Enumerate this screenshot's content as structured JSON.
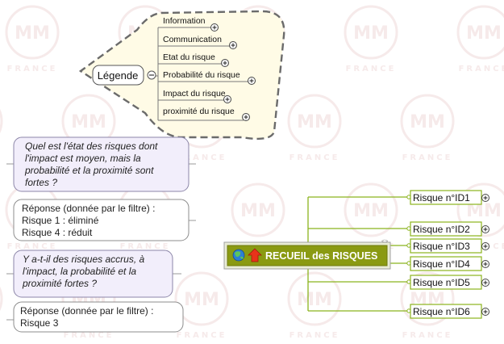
{
  "legend": {
    "title": "Légende",
    "items": [
      {
        "label": "Information"
      },
      {
        "label": "Communication"
      },
      {
        "label": "Etat du risque"
      },
      {
        "label": "Probabilité du risque"
      },
      {
        "label": "Impact du risque"
      },
      {
        "label": "proximité du risque"
      }
    ]
  },
  "notes": [
    {
      "kind": "question",
      "lines": [
        "Quel est l'état des risques dont",
        "l'impact est moyen, mais la",
        "probabilité et la proximité sont",
        "fortes ?"
      ]
    },
    {
      "kind": "answer",
      "lines": [
        "Réponse (donnée par le filtre) :",
        "Risque 1 : éliminé",
        "Risque 4 : réduit"
      ]
    },
    {
      "kind": "question",
      "lines": [
        "Y a-t-il des risques accrus, à",
        "l'impact, la probabilité et la",
        "proximité fortes ?"
      ]
    },
    {
      "kind": "answer",
      "lines": [
        "Réponse (donnée par le filtre) :",
        "Risque 3"
      ]
    }
  ],
  "central": {
    "title": "RECUEIL des RISQUES",
    "icons": [
      "globe-icon",
      "priority-arrow-up-icon"
    ]
  },
  "risks": [
    {
      "label": "Risque n°ID1"
    },
    {
      "label": "Risque n°ID2"
    },
    {
      "label": "Risque n°ID3"
    },
    {
      "label": "Risque n°ID4"
    },
    {
      "label": "Risque n°ID5"
    },
    {
      "label": "Risque n°ID6"
    }
  ],
  "watermark": {
    "text": "FRANCE",
    "monogram": "MM"
  },
  "colors": {
    "branch_green": "#8bb31d",
    "central_bg": "#8a9a12",
    "central_text": "#ffffff",
    "legend_bg": "#fffbe6",
    "legend_border": "#6b6b6b",
    "question_bg": "#f2eefb",
    "question_border": "#8c86a8",
    "answer_border": "#8c8c8c",
    "watermark": "#f6eaea"
  }
}
